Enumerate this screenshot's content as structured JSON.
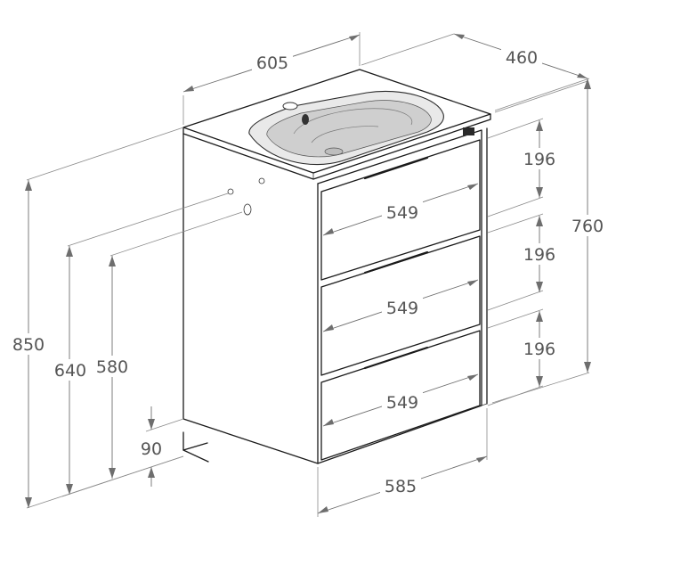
{
  "dimensions": {
    "width_top": "605",
    "depth_top": "460",
    "total_height": "850",
    "cabinet_height": "760",
    "drawer_height_1": "196",
    "drawer_height_2": "196",
    "drawer_height_3": "196",
    "drawer_width_1": "549",
    "drawer_width_2": "549",
    "drawer_width_3": "549",
    "cabinet_width": "585",
    "pipe_height_1": "640",
    "pipe_height_2": "580",
    "plinth_height": "90"
  },
  "colors": {
    "line": "#1a1a1a",
    "dimension": "#6e6e6e",
    "basin": "#e9e9e9"
  }
}
